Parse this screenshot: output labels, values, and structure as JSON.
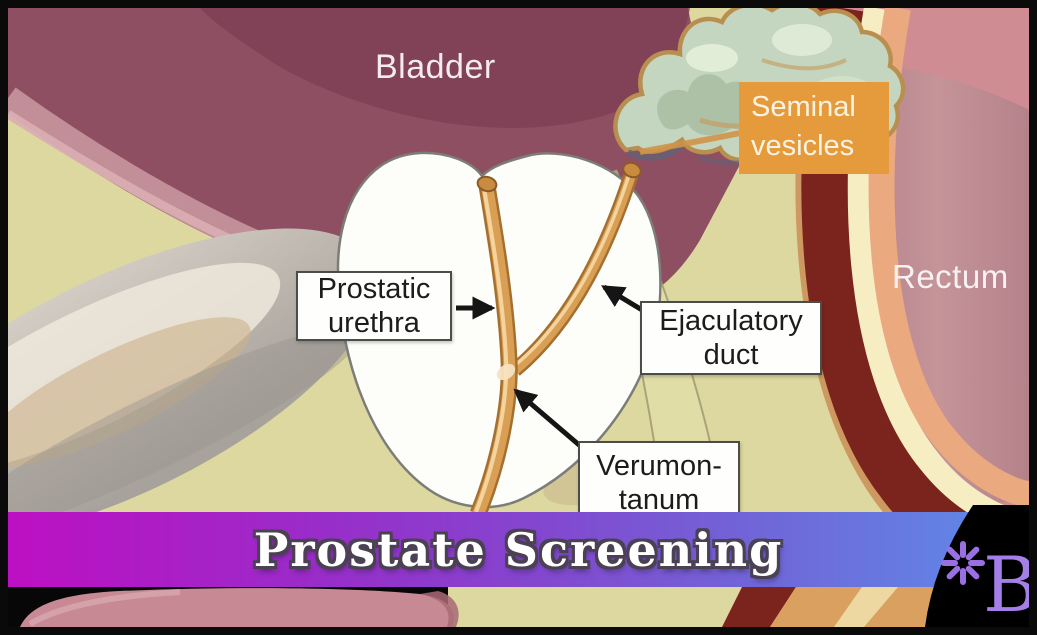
{
  "figure": {
    "description": "Sagittal anatomical illustration of the prostate region",
    "background_color": "#dcd8a0",
    "border_color": "#0a0a0a"
  },
  "labels": {
    "bladder": {
      "text": "Bladder",
      "color": "#f3ebee"
    },
    "seminal_vesicles": {
      "text": "Seminal vesicles",
      "box_color": "#e59a3c",
      "text_color": "#fbf3e2"
    },
    "rectum": {
      "text": "Rectum",
      "color": "#f7f1f1"
    },
    "prostatic_urethra": {
      "text": "Prostatic urethra"
    },
    "ejaculatory_duct": {
      "text": "Ejaculatory duct"
    },
    "verumontanum": {
      "line1": "Verumon-",
      "line2": "tanum"
    }
  },
  "anatomy_colors": {
    "bladder_wall": "#8f4f63",
    "prostate": "#fdfdfa",
    "urethra_tube": "#d99f55",
    "seminal_vesicles": "#c5d6c0",
    "rectum_lumen": "#b5828a",
    "bone": "#c4beb6"
  },
  "banner": {
    "title": "Prostate Screening",
    "gradient_left": "#bd0fc3",
    "gradient_mid": "#8347cf",
    "gradient_right": "#5e8ce9",
    "text_color": "#ffffff",
    "outline_color": "#4a4152"
  },
  "logo": {
    "letter": "B",
    "accent_color": "#9d74e6",
    "background": "#000000"
  }
}
